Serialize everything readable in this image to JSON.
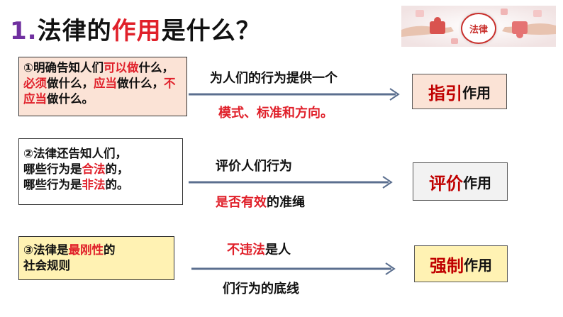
{
  "title": {
    "number": "1.",
    "part1": "法律的",
    "part2": "作用",
    "part3": "是什么？"
  },
  "banner": {
    "badge_text": "法律"
  },
  "row1": {
    "box": {
      "a": "①明确告知人们",
      "b": "可以做",
      "c": "什么，",
      "d": "必须",
      "e": "做什么，",
      "f": "应当",
      "g": "做什么，",
      "h": "不应当",
      "i": "做什么。"
    },
    "label_top": "为人们的行为提供一个",
    "label_bottom": "模式、标准和方向。",
    "result_big": "指引",
    "result_small": "作用"
  },
  "row2": {
    "box": {
      "a": "②法律还告知人们，",
      "b": "哪些行为是",
      "c": "合法",
      "d": "的，",
      "e": "哪些行为是",
      "f": "非法",
      "g": "的。"
    },
    "label_top": "评价人们行为",
    "label_bottom_red": "是否有效",
    "label_bottom_black": "的准绳",
    "result_big": "评价",
    "result_small": "作用"
  },
  "row3": {
    "box": {
      "a": "③法律是",
      "b": "最刚性",
      "c": "的",
      "d": "社会规则"
    },
    "label_top_red": "不违法",
    "label_top_black": "是人",
    "label_bottom": "们行为的底线",
    "result_big": "强制",
    "result_small": "作用"
  },
  "colors": {
    "accent_red": "#e0202a",
    "result_red": "#c00000",
    "number_purple": "#7030a0",
    "arrow_blue": "#5b6f8f"
  }
}
